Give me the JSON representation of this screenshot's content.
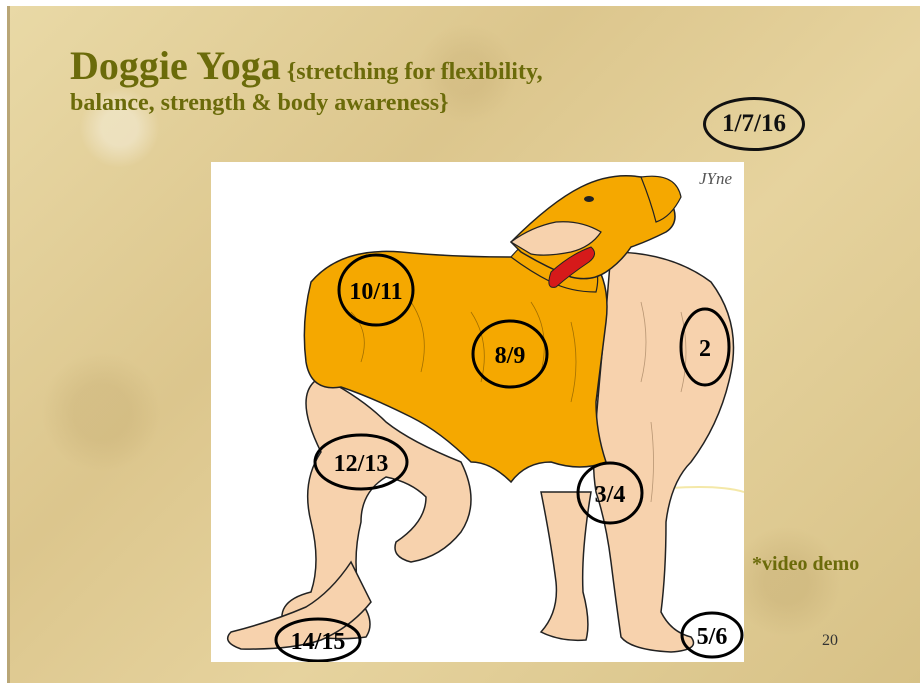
{
  "slide": {
    "title_main": "Doggie Yoga",
    "title_sub_line1": " {stretching for flexibility,",
    "title_line2": "balance, strength & body awareness}",
    "date": "1/7/16",
    "note": "*video demo",
    "page_number": "20"
  },
  "image": {
    "signature": "JYne",
    "labels": {
      "l1": "10/11",
      "l2": "8/9",
      "l3": "2",
      "l4": "12/13",
      "l5": "3/4",
      "l6": "14/15",
      "l7": "5/6"
    }
  },
  "colors": {
    "title": "#6b6b0a",
    "fur_gold": "#f5a800",
    "fur_cream": "#f7d2ad",
    "tongue": "#d61a1a",
    "background": "#e4d29d"
  }
}
